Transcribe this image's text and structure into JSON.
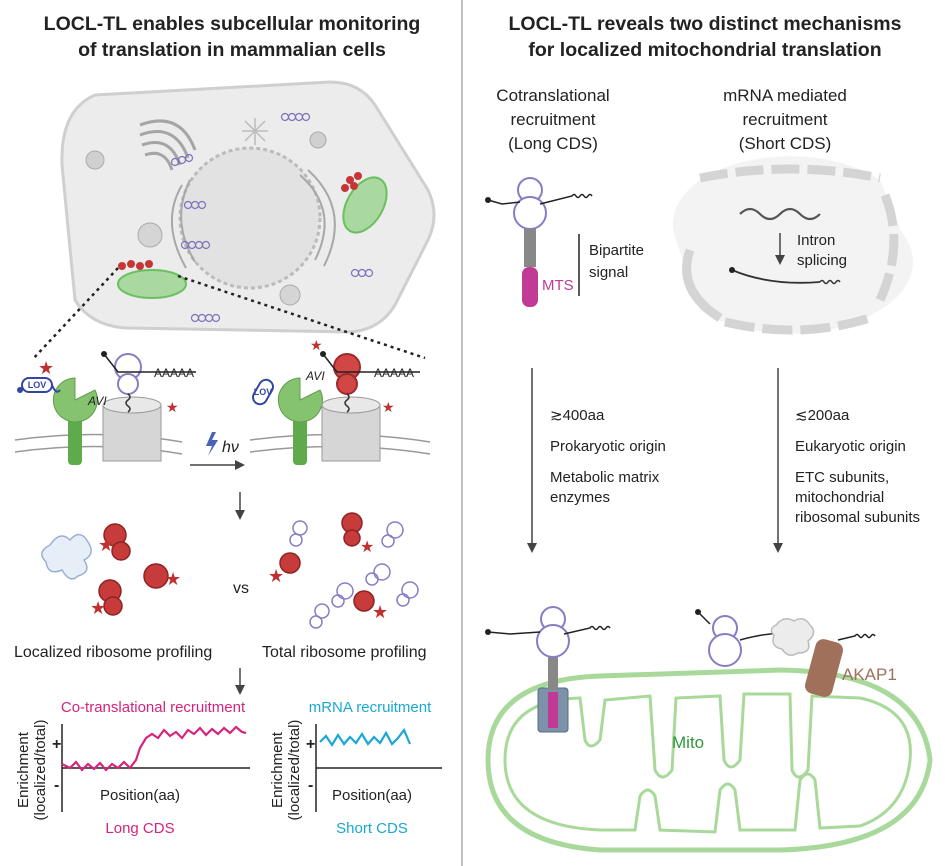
{
  "left": {
    "title_line1": "LOCL-TL enables subcellular monitoring",
    "title_line2": "of translation in mammalian cells",
    "lov_label": "LOV",
    "avi_label": "AVI",
    "polya_label": "AAAAA",
    "light_label": "hν",
    "vs_label": "vs",
    "localized_label": "Localized ribosome profiling",
    "total_label": "Total ribosome profiling",
    "cotrans_plot": {
      "title": "Co-translational recruitment",
      "xlabel": "Position(aa)",
      "ylabel_line1": "Enrichment",
      "ylabel_line2": "(localized/total)",
      "plus": "+",
      "minus": "-",
      "caption": "Long CDS",
      "color": "#d6247c"
    },
    "mrna_plot": {
      "title": "mRNA recruitment",
      "xlabel": "Position(aa)",
      "ylabel_line1": "Enrichment",
      "ylabel_line2": "(localized/total)",
      "plus": "+",
      "minus": "-",
      "caption": "Short CDS",
      "color": "#1aa7d6"
    }
  },
  "right": {
    "title_line1": "LOCL-TL reveals two distinct mechanisms",
    "title_line2": "for localized mitochondrial translation",
    "col1_head": [
      "Cotranslational",
      "recruitment",
      "(Long CDS)"
    ],
    "col2_head": [
      "mRNA mediated",
      "recruitment",
      "(Short CDS)"
    ],
    "bipartite": [
      "Bipartite",
      "signal"
    ],
    "mts_label": "MTS",
    "intron": [
      "Intron",
      "splicing"
    ],
    "col1_props": [
      "≳400aa",
      "Prokaryotic origin",
      "Metabolic matrix",
      "enzymes"
    ],
    "col2_props": [
      "≲200aa",
      "Eukaryotic origin",
      "ETC subunits,",
      "mitochondrial",
      "ribosomal subunits"
    ],
    "akap_label": "AKAP1",
    "mito_label": "Mito",
    "colors": {
      "mts": "#c03a96",
      "mito": "#2e9a3a",
      "akap": "#a0705a",
      "ribosome": "#8a7cc4"
    }
  }
}
